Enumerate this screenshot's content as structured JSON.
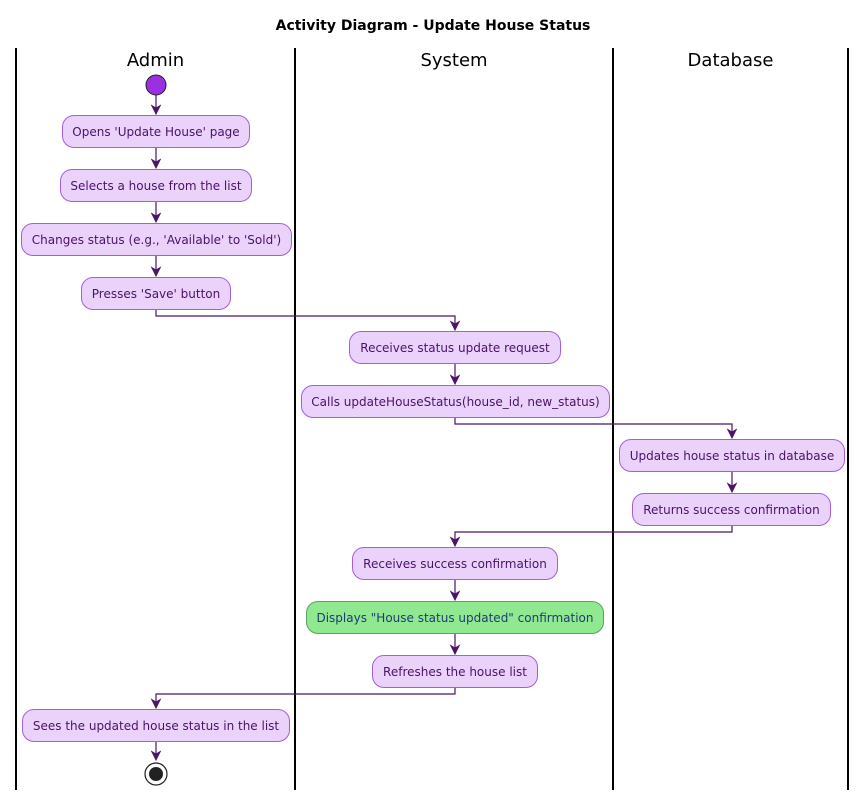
{
  "diagram": {
    "title": "Activity Diagram - Update House Status",
    "lanes": [
      "Admin",
      "System",
      "Database"
    ],
    "nodes": [
      {
        "id": "opens_page",
        "lane": "Admin",
        "text": "Opens 'Update House' page"
      },
      {
        "id": "select_house",
        "lane": "Admin",
        "text": "Selects a house from the list"
      },
      {
        "id": "change_status",
        "lane": "Admin",
        "text": "Changes status (e.g., 'Available' to 'Sold')"
      },
      {
        "id": "press_save",
        "lane": "Admin",
        "text": "Presses 'Save' button"
      },
      {
        "id": "receive_request",
        "lane": "System",
        "text": "Receives status update request"
      },
      {
        "id": "call_update",
        "lane": "System",
        "text": "Calls updateHouseStatus(house_id, new_status)"
      },
      {
        "id": "update_db",
        "lane": "Database",
        "text": "Updates house status in database"
      },
      {
        "id": "return_confirm",
        "lane": "Database",
        "text": "Returns success confirmation"
      },
      {
        "id": "receive_confirm",
        "lane": "System",
        "text": "Receives success confirmation"
      },
      {
        "id": "display_confirm",
        "lane": "System",
        "text": "Displays \"House status updated\" confirmation"
      },
      {
        "id": "refresh_list",
        "lane": "System",
        "text": "Refreshes the house list"
      },
      {
        "id": "see_updated",
        "lane": "Admin",
        "text": "Sees the updated house status in the list"
      }
    ],
    "colors": {
      "activity_fill": "#ead2fb",
      "activity_border": "#a45fd8",
      "activity_text": "#4b1266",
      "highlight_fill": "#90e890",
      "arrow": "#4a156b",
      "start_node": "#9b30e0",
      "end_node": "#222222"
    }
  }
}
